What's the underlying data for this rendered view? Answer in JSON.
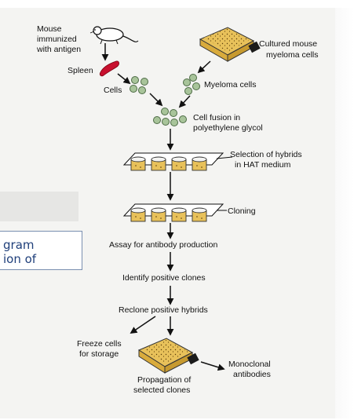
{
  "slide": {
    "caption_lines": [
      "gram",
      "ion of"
    ]
  },
  "diagram": {
    "mouse_label": [
      "Mouse",
      "immunized",
      "with antigen"
    ],
    "spleen": "Spleen",
    "cells": "Cells",
    "cultured": [
      "Cultured mouse",
      "myeloma cells"
    ],
    "myeloma_cells": "Myeloma cells",
    "fusion": [
      "Cell fusion in",
      "polyethylene glycol"
    ],
    "selection": [
      "Selection of hybrids",
      "in HAT medium"
    ],
    "cloning": "Cloning",
    "assay": "Assay for antibody production",
    "identify": "Identify positive clones",
    "reclone": "Reclone positive hybrids",
    "freeze": [
      "Freeze cells",
      "for storage"
    ],
    "propagation": [
      "Propagation of",
      "selected clones"
    ],
    "monoclonal": [
      "Monoclonal",
      "antibodies"
    ]
  },
  "colors": {
    "spleen": "#c8102e",
    "cell_fill": "#a8c49a",
    "cell_stroke": "#4d6b45",
    "culture_fill": "#e8c15a",
    "cap": "#1b1b1b"
  }
}
